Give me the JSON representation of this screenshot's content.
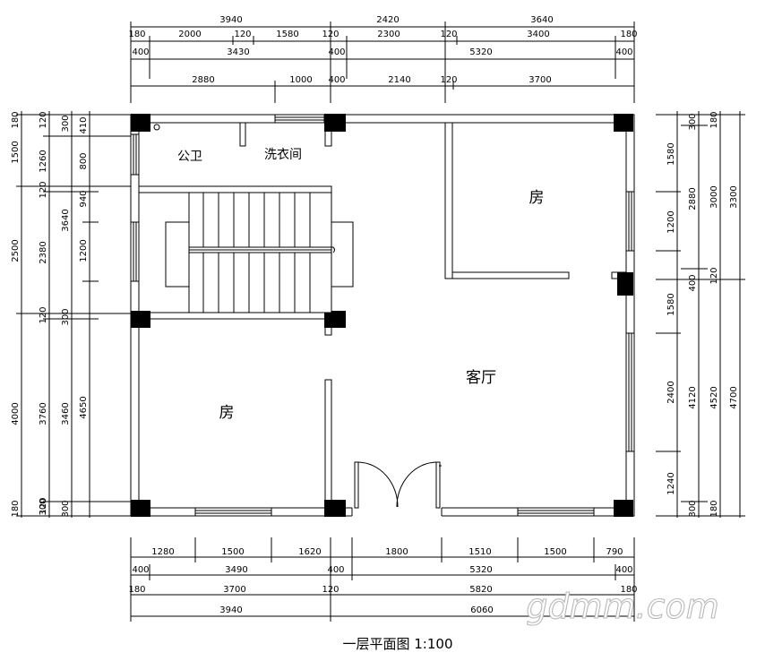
{
  "title": "一层平面图  1:100",
  "watermark": "gdmm.com",
  "rooms": {
    "public_wc": "公卫",
    "laundry": "洗衣间",
    "bedroom_ne": "房",
    "bedroom_sw": "房",
    "living": "客厅"
  },
  "dimensions": {
    "top_row1": [
      "3940",
      "2420",
      "3640"
    ],
    "top_row2": [
      "180",
      "2000",
      "120",
      "1580",
      "120",
      "2300",
      "120",
      "3400",
      "180"
    ],
    "top_row3": [
      "400",
      "3430",
      "400",
      "5320",
      "400"
    ],
    "top_row4": [
      "2880",
      "1000",
      "400",
      "2140",
      "120",
      "3700"
    ],
    "left_outer": [
      "180",
      "1500",
      "2500",
      "120",
      "4000",
      "180"
    ],
    "left_col2": [
      "120",
      "1260",
      "120",
      "2380",
      "120",
      "3760",
      "300"
    ],
    "left_col3": [
      "300",
      "800",
      "3640",
      "300",
      "3460",
      "300"
    ],
    "left_col4": [
      "410",
      "940",
      "1200",
      "4650"
    ],
    "right_col1": [
      "1580",
      "1200",
      "1580",
      "2400",
      "1240"
    ],
    "right_col2": [
      "300",
      "2880",
      "400",
      "4120",
      "300"
    ],
    "right_col3": [
      "180",
      "3000",
      "120",
      "4520",
      "180"
    ],
    "right_col4": [
      "3300",
      "4700"
    ],
    "bottom_row1": [
      "1280",
      "1500",
      "1620",
      "1800",
      "1510",
      "1500",
      "790"
    ],
    "bottom_row2": [
      "400",
      "3490",
      "400",
      "5320",
      "400"
    ],
    "bottom_row3": [
      "180",
      "3700",
      "120",
      "5820",
      "180"
    ],
    "bottom_row4": [
      "3940",
      "6060"
    ]
  }
}
